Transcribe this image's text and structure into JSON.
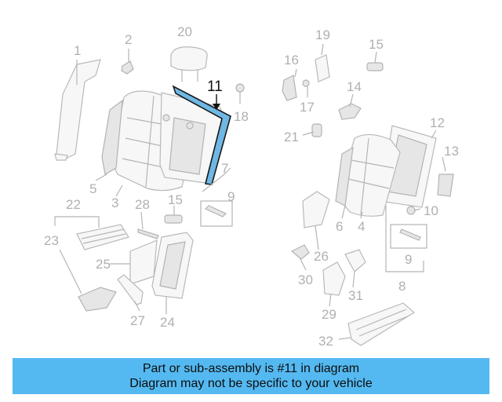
{
  "diagram": {
    "highlighted_part": "11",
    "callouts": {
      "c1": "1",
      "c2": "2",
      "c3": "3",
      "c4": "4",
      "c5": "5",
      "c6": "6",
      "c7": "7",
      "c8": "8",
      "c9a": "9",
      "c9b": "9",
      "c10": "10",
      "c11": "11",
      "c12": "12",
      "c13": "13",
      "c14": "14",
      "c15a": "15",
      "c15b": "15",
      "c16": "16",
      "c17": "17",
      "c18": "18",
      "c19": "19",
      "c20": "20",
      "c21": "21",
      "c22": "22",
      "c23": "23",
      "c24": "24",
      "c25": "25",
      "c26": "26",
      "c27": "27",
      "c28": "28",
      "c29": "29",
      "c30": "30",
      "c31": "31",
      "c32": "32"
    }
  },
  "banner": {
    "line1": "Part or sub-assembly is #11 in diagram",
    "line2": "Diagram may not be specific to your vehicle"
  },
  "colors": {
    "banner_bg": "#55b9f1",
    "highlight_fill": "#6fb8e6",
    "callout_gray": "#b0b0b0"
  }
}
